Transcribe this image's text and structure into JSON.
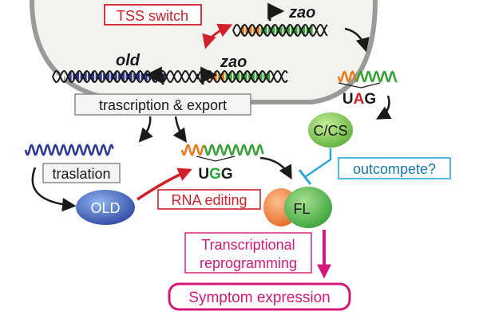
{
  "labels": {
    "tss_switch": "TSS switch",
    "gene_old": "old",
    "gene_zao_nucleus": "zao",
    "gene_zao_top": "zao",
    "transcription_export": "trascription & export",
    "translation": "traslation",
    "old_protein": "OLD",
    "codon_ugg_pre": "U",
    "codon_ugg_mid": "G",
    "codon_ugg_post": "G",
    "codon_uag_pre": "U",
    "codon_uag_mid": "A",
    "codon_uag_post": "G",
    "rna_editing": "RNA editing",
    "ccs": "C/CS",
    "outcompete": "outcompete?",
    "fl": "FL",
    "reprogramming_line1": "Transcriptional",
    "reprogramming_line2": "reprogramming",
    "symptom": "Symptom expression"
  },
  "colors": {
    "old_dna": "#2e3a9a",
    "zao_orange": "#ec7a1c",
    "zao_green": "#3aa33a",
    "tss_red": "#d2202a",
    "editing_red": "#d2202a",
    "edited_base_green": "#2aa63a",
    "stop_base_red": "#d2202a",
    "outcompete_cyan": "#2aa6d8",
    "reprog_magenta": "#d4187a",
    "ccs_green": "#7ec850",
    "fl_orange": "#f08a4a",
    "fl_green": "#52b848",
    "old_blue": "#3a56b0"
  }
}
